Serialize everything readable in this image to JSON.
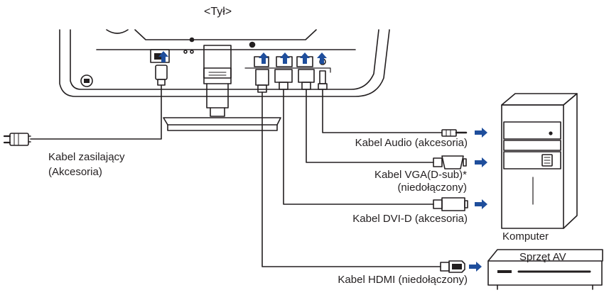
{
  "title": "<Tył>",
  "labels": {
    "power_line1": "Kabel zasilający",
    "power_line2": "(Akcesoria)",
    "audio": "Kabel Audio (akcesoria)",
    "vga_line1": "Kabel VGA(D-sub)*",
    "vga_line2": "(niedołączony)",
    "dvi": "Kabel DVI-D (akcesoria)",
    "hdmi": "Kabel HDMI (niedołączony)",
    "computer": "Komputer",
    "av": "Sprzęt AV"
  },
  "colors": {
    "line": "#231f20",
    "arrow": "#1f4e9c",
    "paper": "#ffffff"
  },
  "icons": [
    "power-plug-icon",
    "audio-jack-icon",
    "vga-connector-icon",
    "dvi-connector-icon",
    "hdmi-connector-icon",
    "computer-tower-icon",
    "av-device-icon"
  ]
}
